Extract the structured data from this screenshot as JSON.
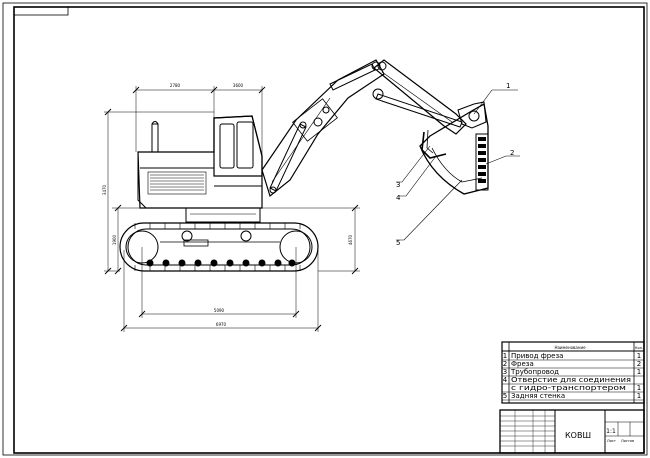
{
  "dimensions": {
    "d1": "2780",
    "d2": "3600",
    "d3": "3470",
    "d4": "1900",
    "d5": "4670",
    "d6": "5090",
    "d7": "6970"
  },
  "callouts": [
    "1",
    "2",
    "3",
    "4",
    "5"
  ],
  "spec": {
    "header_name": "Наименование",
    "header_qty": "Кол.",
    "rows": [
      {
        "pos": "1",
        "name": "Привод фреза",
        "qty": "1"
      },
      {
        "pos": "2",
        "name": "Фреза",
        "qty": "2"
      },
      {
        "pos": "3",
        "name": "Трубопровод",
        "qty": "1"
      },
      {
        "pos": "4",
        "name": "Отверстие для соединения",
        "qty": ""
      },
      {
        "pos": "",
        "name": "с гидро-транспортером",
        "qty": "1"
      },
      {
        "pos": "5",
        "name": "Задняя стенка",
        "qty": "1"
      }
    ]
  },
  "titleblock": {
    "title": "КОВШ",
    "scale": "1:1",
    "sheet_label": "Лист",
    "sheets_label": "Листов"
  }
}
